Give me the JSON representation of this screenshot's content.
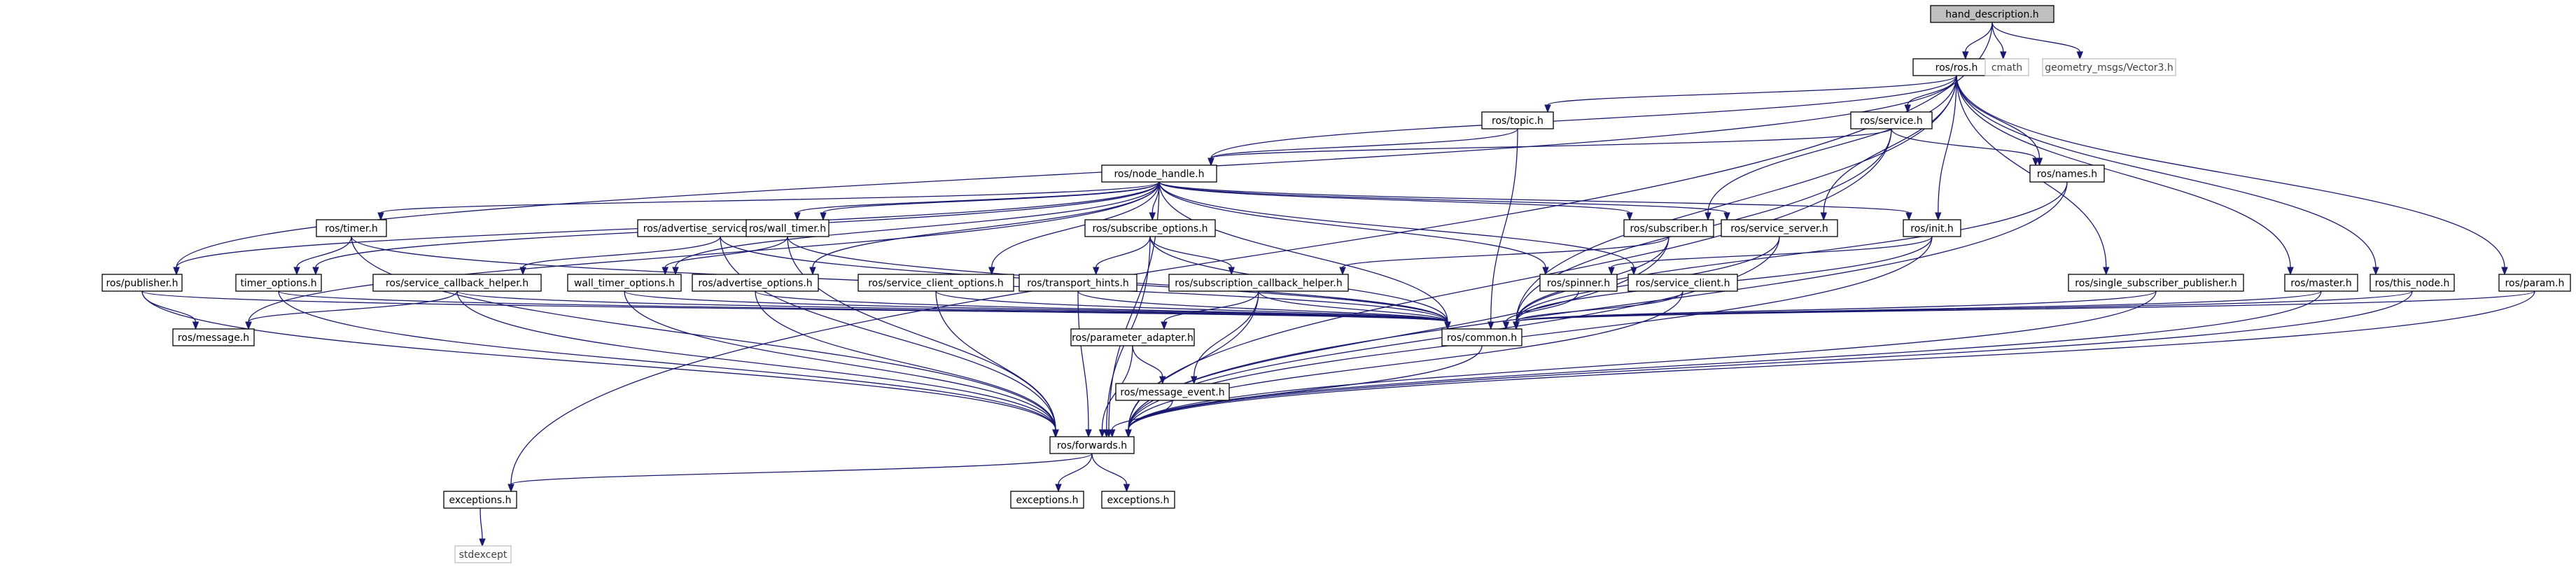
{
  "colors": {
    "edge": "#191970",
    "root_fill": "#bfbfbf",
    "node_border": "#000000",
    "leaf_border": "#bfbfbf",
    "background": "#ffffff"
  },
  "nodes": [
    {
      "id": "hand_description",
      "label": "hand_description.h",
      "kind": "root"
    },
    {
      "id": "ros",
      "label": "ros/ros.h",
      "kind": "normal"
    },
    {
      "id": "cmath",
      "label": "cmath",
      "kind": "leaf"
    },
    {
      "id": "vector3",
      "label": "geometry_msgs/Vector3.h",
      "kind": "leaf"
    },
    {
      "id": "topic",
      "label": "ros/topic.h",
      "kind": "normal"
    },
    {
      "id": "service",
      "label": "ros/service.h",
      "kind": "normal"
    },
    {
      "id": "node_handle",
      "label": "ros/node_handle.h",
      "kind": "normal"
    },
    {
      "id": "names",
      "label": "ros/names.h",
      "kind": "normal"
    },
    {
      "id": "timer",
      "label": "ros/timer.h",
      "kind": "normal"
    },
    {
      "id": "adv_srv_opts",
      "label": "ros/advertise_service_options.h",
      "kind": "normal"
    },
    {
      "id": "wall_timer",
      "label": "ros/wall_timer.h",
      "kind": "normal"
    },
    {
      "id": "sub_opts",
      "label": "ros/subscribe_options.h",
      "kind": "normal"
    },
    {
      "id": "subscriber",
      "label": "ros/subscriber.h",
      "kind": "normal"
    },
    {
      "id": "service_server",
      "label": "ros/service_server.h",
      "kind": "normal"
    },
    {
      "id": "init",
      "label": "ros/init.h",
      "kind": "normal"
    },
    {
      "id": "publisher",
      "label": "ros/publisher.h",
      "kind": "normal"
    },
    {
      "id": "timer_options",
      "label": "timer_options.h",
      "kind": "normal"
    },
    {
      "id": "srv_cb_helper",
      "label": "ros/service_callback_helper.h",
      "kind": "normal"
    },
    {
      "id": "wall_timer_opts",
      "label": "wall_timer_options.h",
      "kind": "normal"
    },
    {
      "id": "adv_opts",
      "label": "ros/advertise_options.h",
      "kind": "normal"
    },
    {
      "id": "srv_client_opts",
      "label": "ros/service_client_options.h",
      "kind": "normal"
    },
    {
      "id": "transport_hints",
      "label": "ros/transport_hints.h",
      "kind": "normal"
    },
    {
      "id": "sub_cb_helper",
      "label": "ros/subscription_callback_helper.h",
      "kind": "normal"
    },
    {
      "id": "spinner",
      "label": "ros/spinner.h",
      "kind": "normal"
    },
    {
      "id": "service_client",
      "label": "ros/service_client.h",
      "kind": "normal"
    },
    {
      "id": "single_sub_pub",
      "label": "ros/single_subscriber_publisher.h",
      "kind": "normal"
    },
    {
      "id": "master",
      "label": "ros/master.h",
      "kind": "normal"
    },
    {
      "id": "this_node",
      "label": "ros/this_node.h",
      "kind": "normal"
    },
    {
      "id": "param",
      "label": "ros/param.h",
      "kind": "normal"
    },
    {
      "id": "message",
      "label": "ros/message.h",
      "kind": "normal"
    },
    {
      "id": "common",
      "label": "ros/common.h",
      "kind": "normal"
    },
    {
      "id": "param_adapter",
      "label": "ros/parameter_adapter.h",
      "kind": "normal"
    },
    {
      "id": "message_event",
      "label": "ros/message_event.h",
      "kind": "normal"
    },
    {
      "id": "forwards",
      "label": "ros/forwards.h",
      "kind": "normal"
    },
    {
      "id": "exceptions_a",
      "label": "exceptions.h",
      "kind": "normal"
    },
    {
      "id": "exceptions_b",
      "label": "exceptions.h",
      "kind": "normal"
    },
    {
      "id": "exceptions_c",
      "label": "exceptions.h",
      "kind": "normal"
    },
    {
      "id": "stdexcept",
      "label": "stdexcept",
      "kind": "leaf"
    }
  ],
  "edges": [
    [
      "hand_description",
      "ros"
    ],
    [
      "hand_description",
      "cmath"
    ],
    [
      "hand_description",
      "vector3"
    ],
    [
      "hand_description",
      "exceptions_a"
    ],
    [
      "ros",
      "topic"
    ],
    [
      "ros",
      "service"
    ],
    [
      "ros",
      "node_handle"
    ],
    [
      "ros",
      "names"
    ],
    [
      "ros",
      "subscriber"
    ],
    [
      "ros",
      "service_server"
    ],
    [
      "ros",
      "init"
    ],
    [
      "ros",
      "publisher"
    ],
    [
      "ros",
      "single_sub_pub"
    ],
    [
      "ros",
      "master"
    ],
    [
      "ros",
      "this_node"
    ],
    [
      "ros",
      "param"
    ],
    [
      "ros",
      "common"
    ],
    [
      "topic",
      "node_handle"
    ],
    [
      "topic",
      "common"
    ],
    [
      "service",
      "node_handle"
    ],
    [
      "service",
      "names"
    ],
    [
      "service",
      "common"
    ],
    [
      "service",
      "forwards"
    ],
    [
      "names",
      "common"
    ],
    [
      "names",
      "forwards"
    ],
    [
      "node_handle",
      "timer"
    ],
    [
      "node_handle",
      "adv_srv_opts"
    ],
    [
      "node_handle",
      "wall_timer"
    ],
    [
      "node_handle",
      "sub_opts"
    ],
    [
      "node_handle",
      "subscriber"
    ],
    [
      "node_handle",
      "service_server"
    ],
    [
      "node_handle",
      "init"
    ],
    [
      "node_handle",
      "publisher"
    ],
    [
      "node_handle",
      "timer_options"
    ],
    [
      "node_handle",
      "wall_timer_opts"
    ],
    [
      "node_handle",
      "adv_opts"
    ],
    [
      "node_handle",
      "srv_client_opts"
    ],
    [
      "node_handle",
      "spinner"
    ],
    [
      "node_handle",
      "service_client"
    ],
    [
      "node_handle",
      "message"
    ],
    [
      "node_handle",
      "common"
    ],
    [
      "node_handle",
      "forwards"
    ],
    [
      "timer",
      "timer_options"
    ],
    [
      "timer",
      "forwards"
    ],
    [
      "timer",
      "common"
    ],
    [
      "adv_srv_opts",
      "srv_cb_helper"
    ],
    [
      "adv_srv_opts",
      "forwards"
    ],
    [
      "adv_srv_opts",
      "common"
    ],
    [
      "wall_timer",
      "wall_timer_opts"
    ],
    [
      "wall_timer",
      "forwards"
    ],
    [
      "wall_timer",
      "common"
    ],
    [
      "sub_opts",
      "transport_hints"
    ],
    [
      "sub_opts",
      "sub_cb_helper"
    ],
    [
      "sub_opts",
      "forwards"
    ],
    [
      "sub_opts",
      "common"
    ],
    [
      "subscriber",
      "sub_cb_helper"
    ],
    [
      "subscriber",
      "common"
    ],
    [
      "subscriber",
      "forwards"
    ],
    [
      "service_server",
      "common"
    ],
    [
      "service_server",
      "forwards"
    ],
    [
      "init",
      "spinner"
    ],
    [
      "init",
      "common"
    ],
    [
      "init",
      "forwards"
    ],
    [
      "publisher",
      "message"
    ],
    [
      "publisher",
      "forwards"
    ],
    [
      "publisher",
      "common"
    ],
    [
      "timer_options",
      "common"
    ],
    [
      "timer_options",
      "forwards"
    ],
    [
      "srv_cb_helper",
      "message"
    ],
    [
      "srv_cb_helper",
      "forwards"
    ],
    [
      "srv_cb_helper",
      "common"
    ],
    [
      "wall_timer_opts",
      "common"
    ],
    [
      "wall_timer_opts",
      "forwards"
    ],
    [
      "adv_opts",
      "common"
    ],
    [
      "adv_opts",
      "forwards"
    ],
    [
      "srv_client_opts",
      "common"
    ],
    [
      "srv_client_opts",
      "forwards"
    ],
    [
      "transport_hints",
      "common"
    ],
    [
      "transport_hints",
      "forwards"
    ],
    [
      "sub_cb_helper",
      "param_adapter"
    ],
    [
      "sub_cb_helper",
      "message_event"
    ],
    [
      "sub_cb_helper",
      "forwards"
    ],
    [
      "sub_cb_helper",
      "common"
    ],
    [
      "spinner",
      "common"
    ],
    [
      "service_client",
      "common"
    ],
    [
      "service_client",
      "forwards"
    ],
    [
      "single_sub_pub",
      "common"
    ],
    [
      "single_sub_pub",
      "forwards"
    ],
    [
      "master",
      "common"
    ],
    [
      "master",
      "forwards"
    ],
    [
      "this_node",
      "common"
    ],
    [
      "this_node",
      "forwards"
    ],
    [
      "param",
      "common"
    ],
    [
      "param",
      "forwards"
    ],
    [
      "param_adapter",
      "message_event"
    ],
    [
      "param_adapter",
      "forwards"
    ],
    [
      "message_event",
      "forwards"
    ],
    [
      "common",
      "forwards"
    ],
    [
      "forwards",
      "exceptions_a"
    ],
    [
      "forwards",
      "exceptions_b"
    ],
    [
      "forwards",
      "exceptions_c"
    ],
    [
      "exceptions_a",
      "stdexcept"
    ]
  ]
}
